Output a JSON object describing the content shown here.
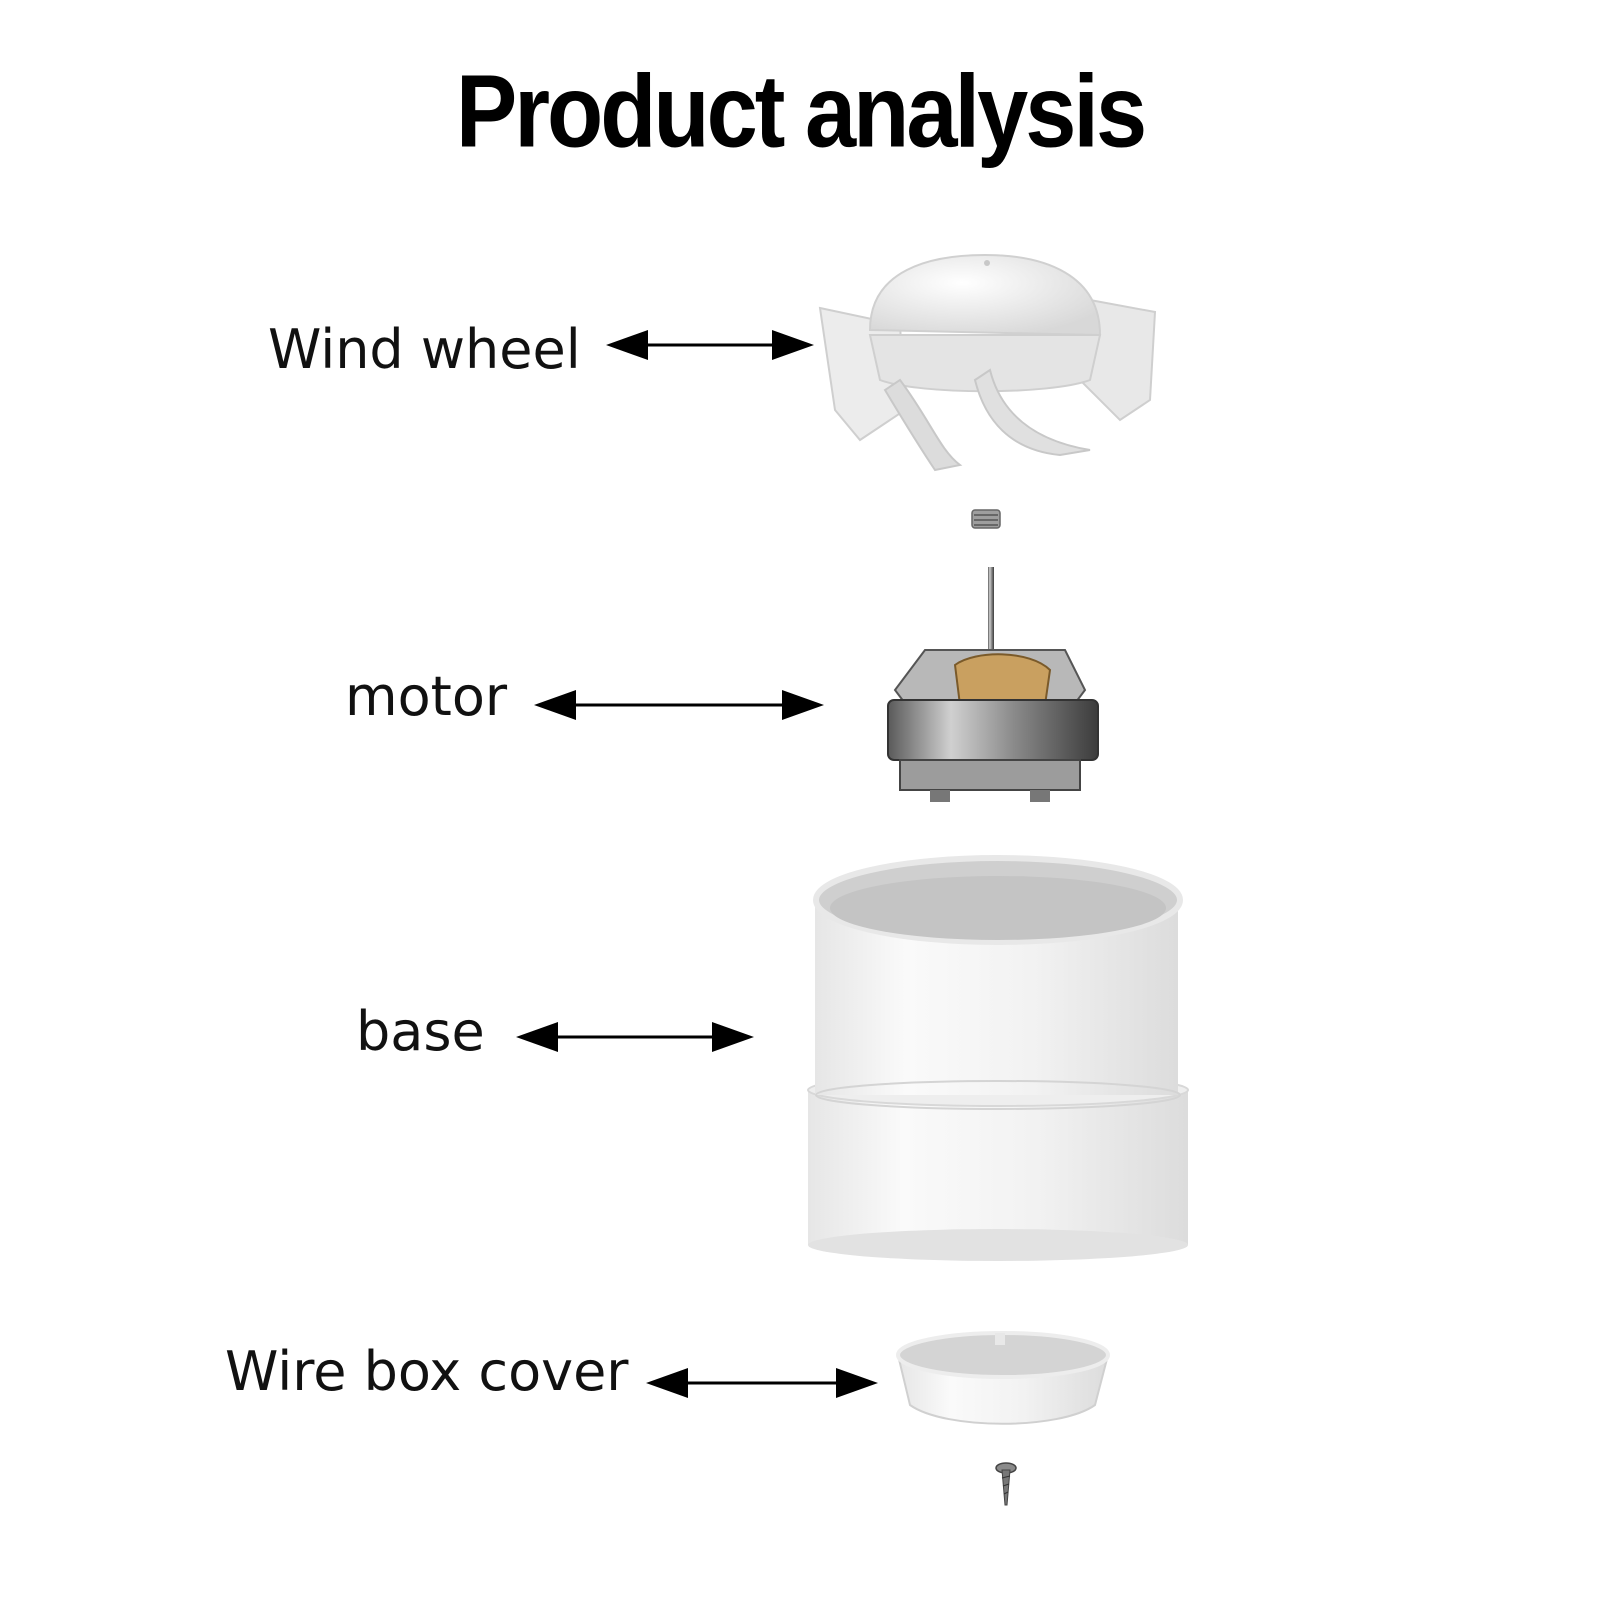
{
  "title": "Product analysis",
  "parts": [
    {
      "label": "Wind wheel",
      "icon": "wind-wheel-icon"
    },
    {
      "label": "motor",
      "icon": "motor-icon"
    },
    {
      "label": "base",
      "icon": "base-icon"
    },
    {
      "label": "Wire box cover",
      "icon": "wire-box-cover-icon"
    }
  ],
  "colors": {
    "text": "#111111",
    "plastic": "#f4f4f4",
    "metal": "#9a9a9a"
  }
}
